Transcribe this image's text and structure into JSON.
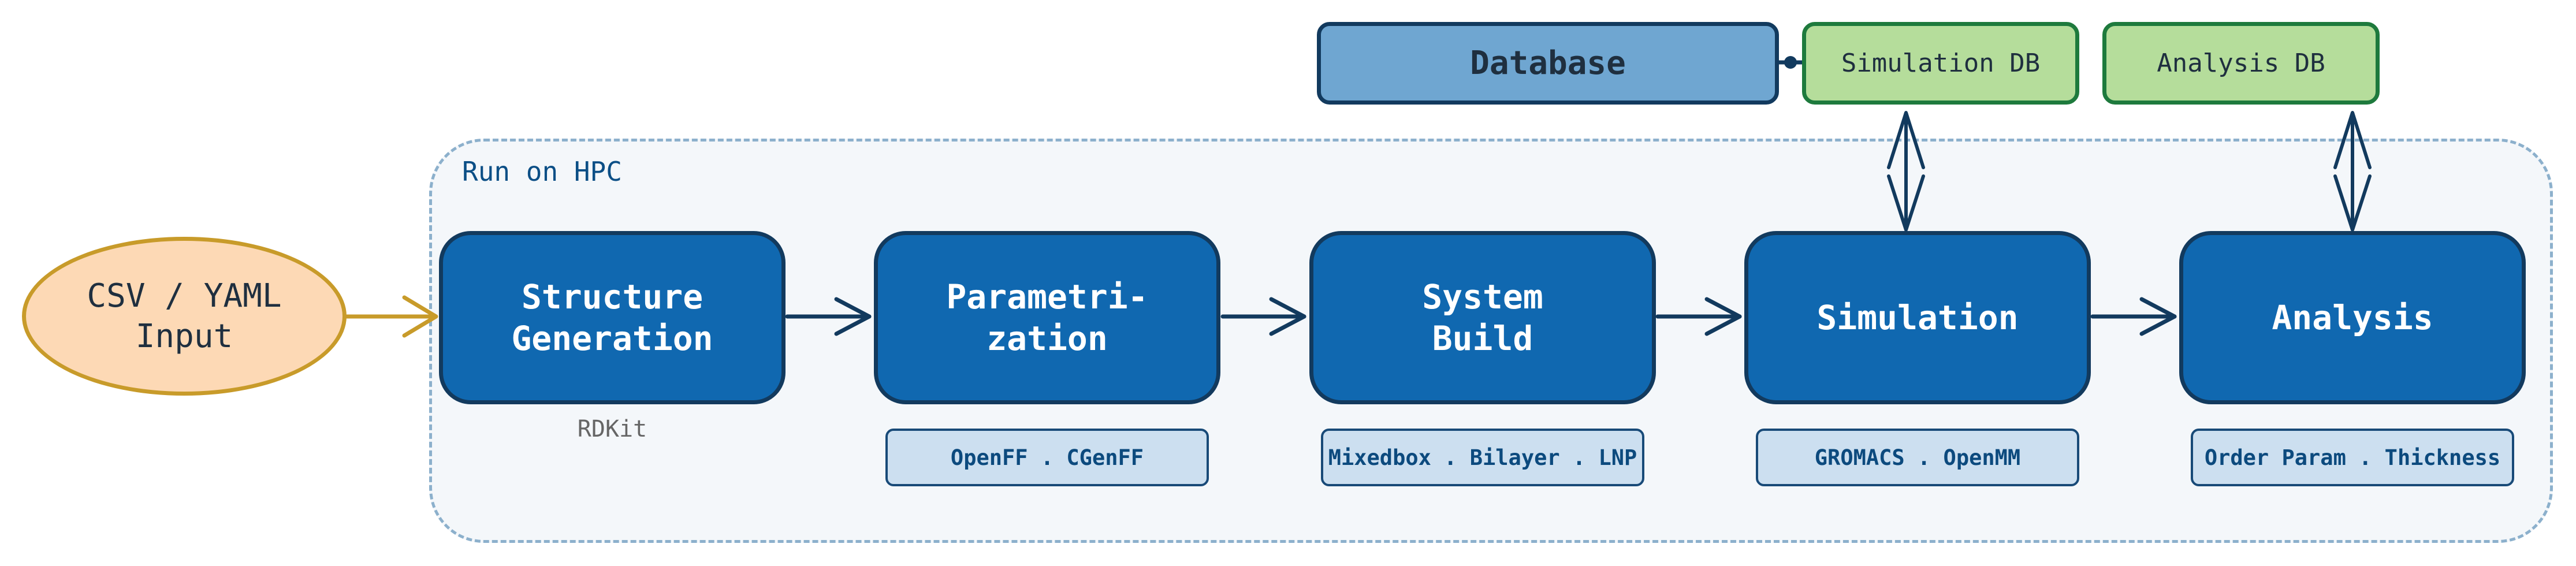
{
  "hpc": {
    "label": "Run on HPC"
  },
  "input": {
    "lines": [
      "CSV / YAML",
      "Input"
    ]
  },
  "database": {
    "label": "Database"
  },
  "sim_db": {
    "label": "Simulation DB"
  },
  "analysis_db": {
    "label": "Analysis DB"
  },
  "stages": [
    {
      "lines": [
        "Structure",
        "Generation"
      ],
      "tools": "RDKit"
    },
    {
      "lines": [
        "Parametri-",
        "zation"
      ],
      "tools": "OpenFF . CGenFF"
    },
    {
      "lines": [
        "System",
        "Build"
      ],
      "tools": "Mixedbox . Bilayer . LNP"
    },
    {
      "lines": [
        "Simulation"
      ],
      "tools": "GROMACS . OpenMM"
    },
    {
      "lines": [
        "Analysis"
      ],
      "tools": "Order Param . Thickness"
    }
  ],
  "colors": {
    "stage_fill": "#1068b0",
    "stage_border": "#123a5e",
    "input_fill": "#fdd9b5",
    "input_border": "#c89b2a",
    "database_fill": "#6fa6d1",
    "db_fill": "#b5dd9b",
    "db_border": "#1e7a3d",
    "tool_fill": "#ccdff0",
    "hpc_border": "#8cb0cc"
  }
}
